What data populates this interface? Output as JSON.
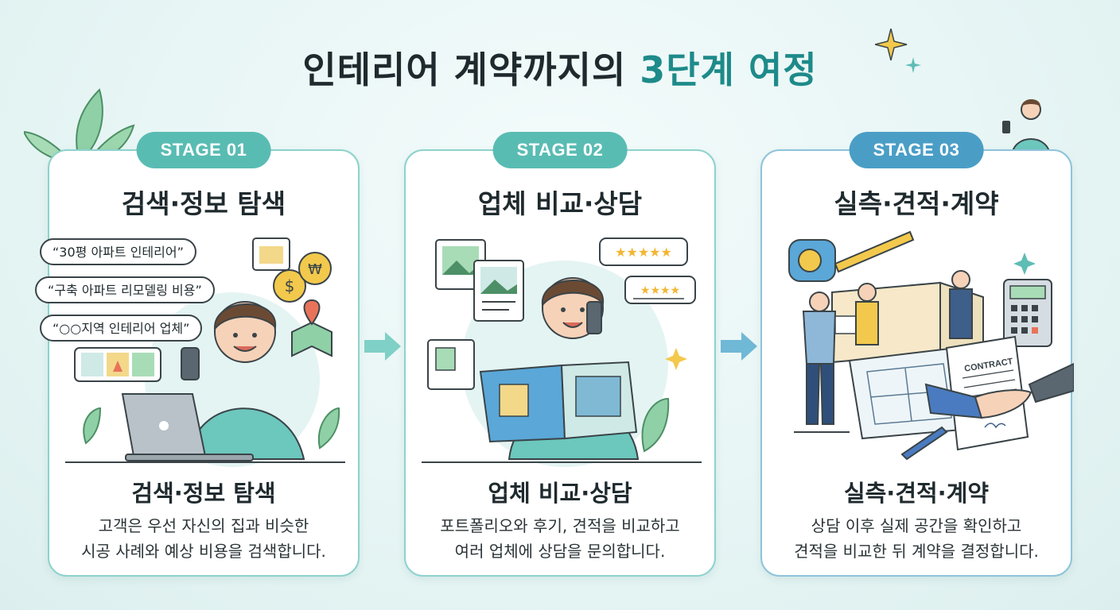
{
  "title": {
    "main": "인테리어 계약까지의 ",
    "accent": "3단계 여정"
  },
  "stages": [
    {
      "pill": "STAGE 01",
      "title": "검색·정보 탐색",
      "subtitle": "검색·정보 탐색",
      "desc_line1": "고객은 우선 자신의 집과 비슷한",
      "desc_line2": "시공 사례와 예상 비용을 검색합니다.",
      "search_bubbles": [
        "“30평 아파트 인테리어”",
        "“구축 아파트 리모델링 비용”",
        "“○○지역 인테리어 업체”"
      ]
    },
    {
      "pill": "STAGE 02",
      "title": "업체 비교·상담",
      "subtitle": "업체 비교·상담",
      "desc_line1": "포트폴리오와 후기, 견적을 비교하고",
      "desc_line2": "여러 업체에 상담을 문의합니다."
    },
    {
      "pill": "STAGE 03",
      "title": "실측·견적·계약",
      "subtitle": "실측·견적·계약",
      "desc_line1": "상담 이후 실제 공간을 확인하고",
      "desc_line2": "견적을 비교한 뒤 계약을 결정합니다.",
      "contract_label": "CONTRACT"
    }
  ],
  "colors": {
    "teal": "#59bcb3",
    "blue": "#4a9ec6",
    "dark": "#1f2a2e",
    "accent": "#1e8a8a"
  }
}
